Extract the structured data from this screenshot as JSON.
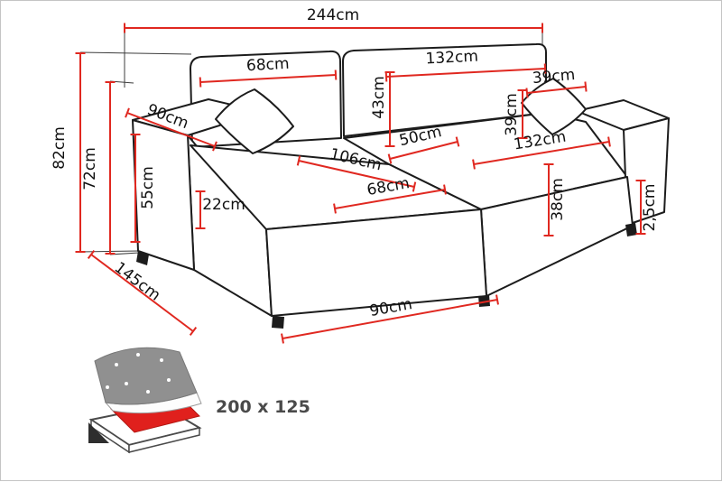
{
  "diagram": {
    "dimension_color": "#e02820",
    "outline_color": "#1c1c1c",
    "dimensions": {
      "total_width": "244cm",
      "back_cushion_left_width": "68cm",
      "back_cushion_right_width": "132cm",
      "backrest_height": "43cm",
      "pillow_width": "39cm",
      "pillow_height": "39cm",
      "armrest_depth": "90cm",
      "total_height": "82cm",
      "backrest_top_height": "72cm",
      "armrest_height": "55cm",
      "seat_cushion_thickness": "22cm",
      "seat_depth": "50cm",
      "chaise_length": "106cm",
      "right_seat_width": "132cm",
      "chaise_width": "68cm",
      "seat_height": "38cm",
      "leg_height": "2,5cm",
      "chaise_side_length": "145cm",
      "front_width": "90cm"
    },
    "bed_function": {
      "icon": "bed-storage-icon",
      "storage_color": "#e0201d",
      "size_label": "200 x 125"
    }
  }
}
